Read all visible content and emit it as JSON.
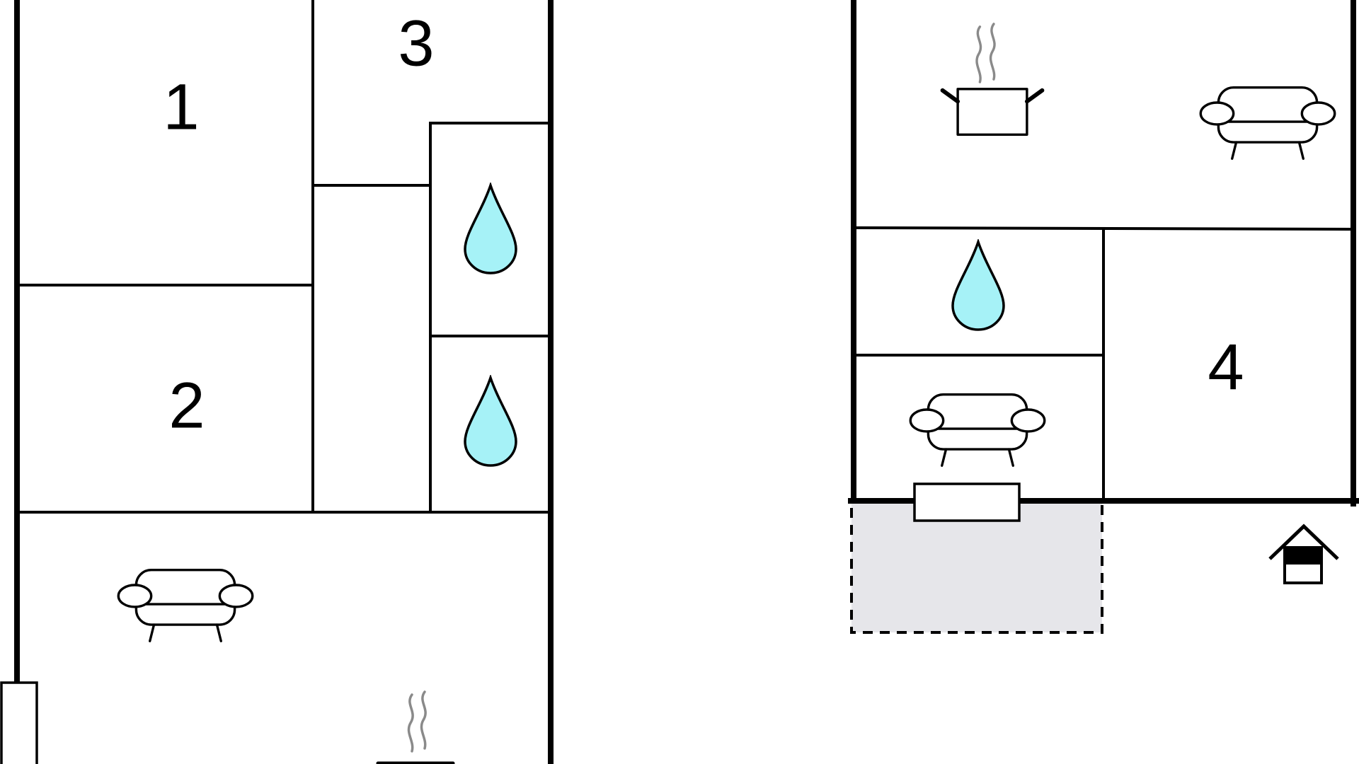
{
  "colors": {
    "wall": "#000000",
    "water": "#a6f2f7",
    "terrace": "#e6e6ea",
    "steam": "#8a8a8a",
    "background": "#ffffff"
  },
  "rooms": [
    {
      "id": "room-1",
      "label": "1"
    },
    {
      "id": "room-2",
      "label": "2"
    },
    {
      "id": "room-3",
      "label": "3"
    },
    {
      "id": "room-4",
      "label": "4"
    }
  ],
  "icons": [
    {
      "type": "water-drop-icon",
      "room": "bathroom-upper-left"
    },
    {
      "type": "water-drop-icon",
      "room": "bathroom-lower-left"
    },
    {
      "type": "water-drop-icon",
      "room": "bathroom-right"
    },
    {
      "type": "sofa-icon",
      "room": "living-left"
    },
    {
      "type": "sofa-icon",
      "room": "living-right"
    },
    {
      "type": "sofa-icon",
      "room": "lounge-right"
    },
    {
      "type": "cooking-pot-icon",
      "room": "kitchen-right"
    },
    {
      "type": "cooking-pot-icon",
      "room": "kitchen-left"
    },
    {
      "type": "entrance-icon",
      "room": "outside-right"
    }
  ]
}
